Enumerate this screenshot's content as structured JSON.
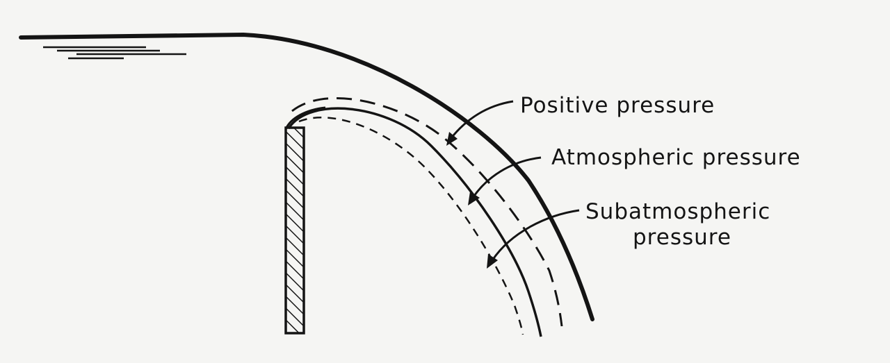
{
  "labels": {
    "positive": "Positive pressure",
    "atmospheric": "Atmospheric pressure",
    "subatmospheric_line1": "Subatmospheric",
    "subatmospheric_line2": "pressure"
  },
  "colors": {
    "ink": "#141414",
    "paper": "#f5f5f3"
  }
}
